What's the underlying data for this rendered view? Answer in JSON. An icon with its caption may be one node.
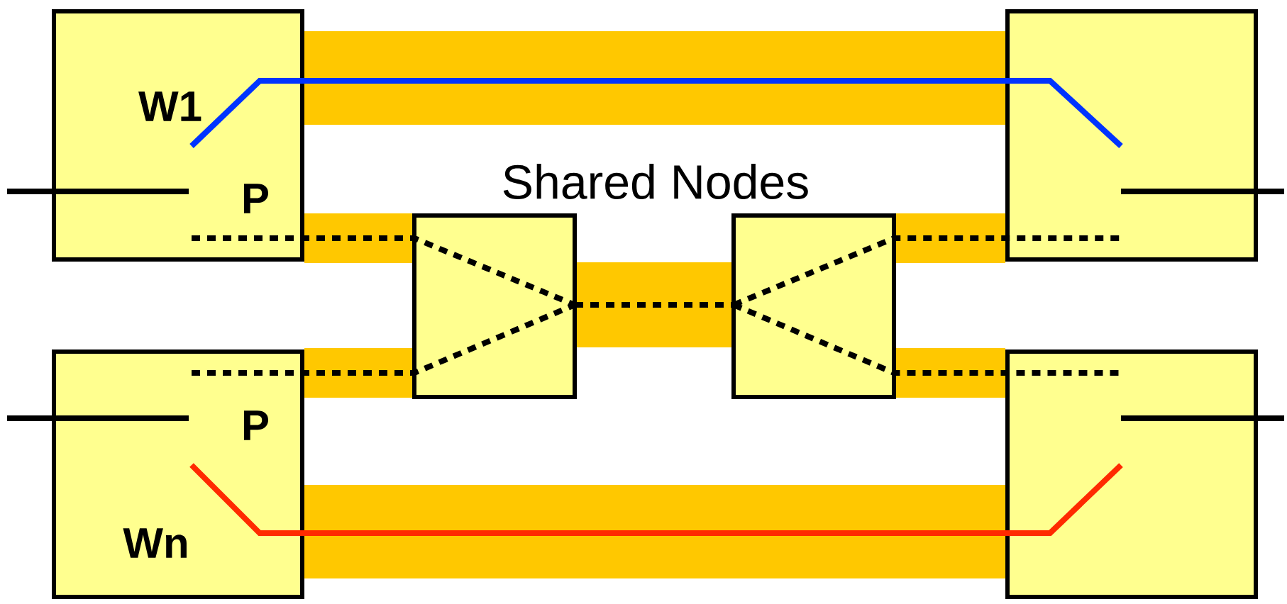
{
  "diagram": {
    "nodes": [
      {
        "text": [
          "W1",
          "P"
        ]
      },
      {
        "text": [],
        "shape": "box"
      },
      {
        "text": [],
        "shape": "box"
      },
      {
        "text": [],
        "shape": "box"
      },
      {
        "text": [
          "P",
          "Wn"
        ]
      },
      {
        "text": [],
        "shape": "box"
      }
    ],
    "edges": [
      {
        "from": 0,
        "to": 1,
        "arrow": "none",
        "style": "thick",
        "color": "#ffc800"
      },
      {
        "from": 0,
        "to": 2,
        "arrow": "none",
        "style": "thick",
        "color": "#ffc800"
      },
      {
        "from": 4,
        "to": 2,
        "arrow": "none",
        "style": "thick",
        "color": "#ffc800"
      },
      {
        "from": 2,
        "to": 3,
        "arrow": "none",
        "style": "thick",
        "color": "#ffc800"
      },
      {
        "from": 3,
        "to": 1,
        "arrow": "none",
        "style": "thick",
        "color": "#ffc800"
      },
      {
        "from": 3,
        "to": 5,
        "arrow": "none",
        "style": "thick",
        "color": "#ffc800"
      },
      {
        "from": 4,
        "to": 5,
        "arrow": "none",
        "style": "thick",
        "color": "#ffc800"
      },
      {
        "from": 0,
        "to": 1,
        "arrow": "none",
        "color": "#0033ff"
      },
      {
        "from": 4,
        "to": 5,
        "arrow": "none",
        "color": "#ff2a00"
      },
      {
        "from": 0,
        "to": 2,
        "arrow": "none",
        "style": "dashed"
      },
      {
        "from": 4,
        "to": 2,
        "arrow": "none",
        "style": "dashed"
      },
      {
        "from": 2,
        "to": 3,
        "arrow": "none",
        "style": "dashed"
      },
      {
        "from": 3,
        "to": 1,
        "arrow": "none",
        "style": "dashed"
      },
      {
        "from": 3,
        "to": 5,
        "arrow": "none",
        "style": "dashed"
      },
      {
        "from": null,
        "to": 0,
        "arrow": "none"
      },
      {
        "from": 1,
        "to": null,
        "arrow": "none"
      },
      {
        "from": null,
        "to": 4,
        "arrow": "none"
      },
      {
        "from": 5,
        "to": null,
        "arrow": "none"
      }
    ],
    "labels": [
      "Shared Nodes"
    ]
  }
}
